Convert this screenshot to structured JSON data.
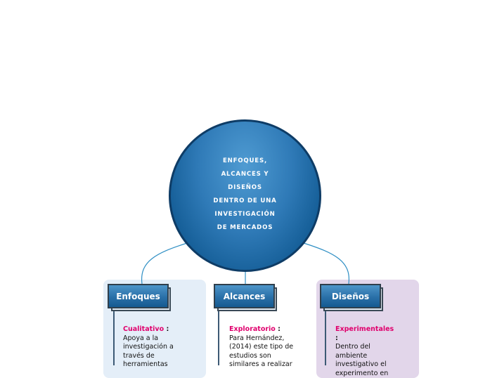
{
  "central_topic": "ENFOQUES,\nALCANCES Y\nDISEÑOS\nDENTRO DE UNA\nINVESTIGACIÓN\nDE MERCADOS",
  "branches": [
    {
      "label": "Enfoques",
      "term": "Cualitativo",
      "colon": " :",
      "text": "Apoya a la investigación a través de herramientas"
    },
    {
      "label": "Alcances",
      "term": "Exploratorio",
      "colon": " :",
      "text": "Para Hernández, (2014) este tipo de estudios son similares a realizar"
    },
    {
      "label": "Diseños",
      "term": "Experimentales",
      "colon": " :",
      "text": "Dentro del ambiente investigativo el experimento en"
    }
  ],
  "colors": {
    "term_highlight": "#e0006d",
    "topic_blue": "#2a70a8",
    "panel_enfoques": "#e4eef8",
    "panel_disenos": "#e2d6ea",
    "connector": "#2f8fc4"
  }
}
